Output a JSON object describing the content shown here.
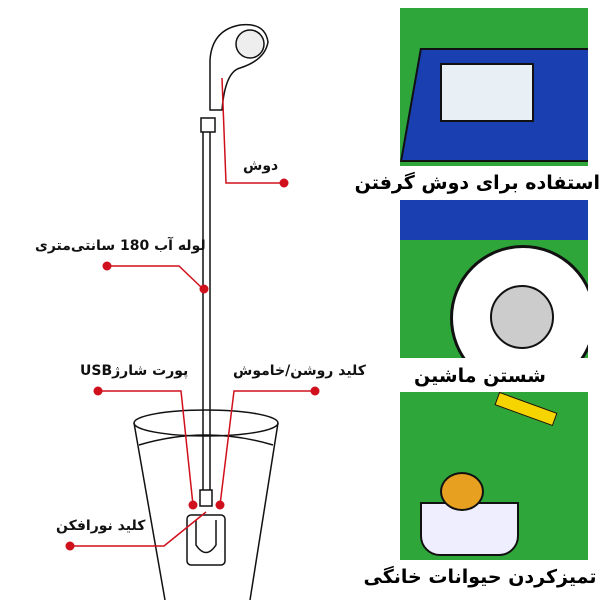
{
  "diagram": {
    "labels": {
      "shower": "دوش",
      "hose": "لوله آب 180 سانتی‌متری",
      "usb_port": "پورت شارژUSB",
      "power_switch": "کلید روشن/خاموش",
      "light_switch": "کلید نورافکن"
    },
    "accent_color": "#d0101c"
  },
  "uses": [
    {
      "caption": "استفاده برای دوش گرفتن"
    },
    {
      "caption": "شستن ماشین"
    },
    {
      "caption": "تمیزکردن حیوانات خانگی"
    }
  ]
}
